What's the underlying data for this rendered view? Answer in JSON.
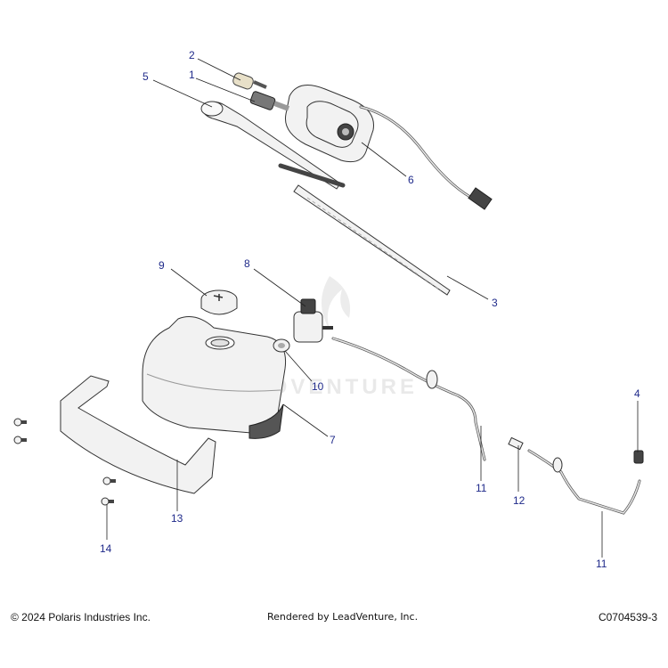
{
  "diagram": {
    "watermark": "LEADVENTURE",
    "callouts": [
      {
        "id": "1",
        "label": "1"
      },
      {
        "id": "2",
        "label": "2"
      },
      {
        "id": "3",
        "label": "3"
      },
      {
        "id": "4",
        "label": "4"
      },
      {
        "id": "5",
        "label": "5"
      },
      {
        "id": "6",
        "label": "6"
      },
      {
        "id": "7",
        "label": "7"
      },
      {
        "id": "8",
        "label": "8"
      },
      {
        "id": "9",
        "label": "9"
      },
      {
        "id": "10",
        "label": "10"
      },
      {
        "id": "11a",
        "label": "11"
      },
      {
        "id": "11b",
        "label": "11"
      },
      {
        "id": "12",
        "label": "12"
      },
      {
        "id": "13",
        "label": "13"
      },
      {
        "id": "14",
        "label": "14"
      }
    ]
  },
  "footer": {
    "copyright": "© 2024 Polaris Industries Inc.",
    "rendered_by": "Rendered by LeadVenture, Inc.",
    "code": "C0704539-3"
  },
  "colors": {
    "callout": "#1f2a8a",
    "line": "#222222"
  }
}
